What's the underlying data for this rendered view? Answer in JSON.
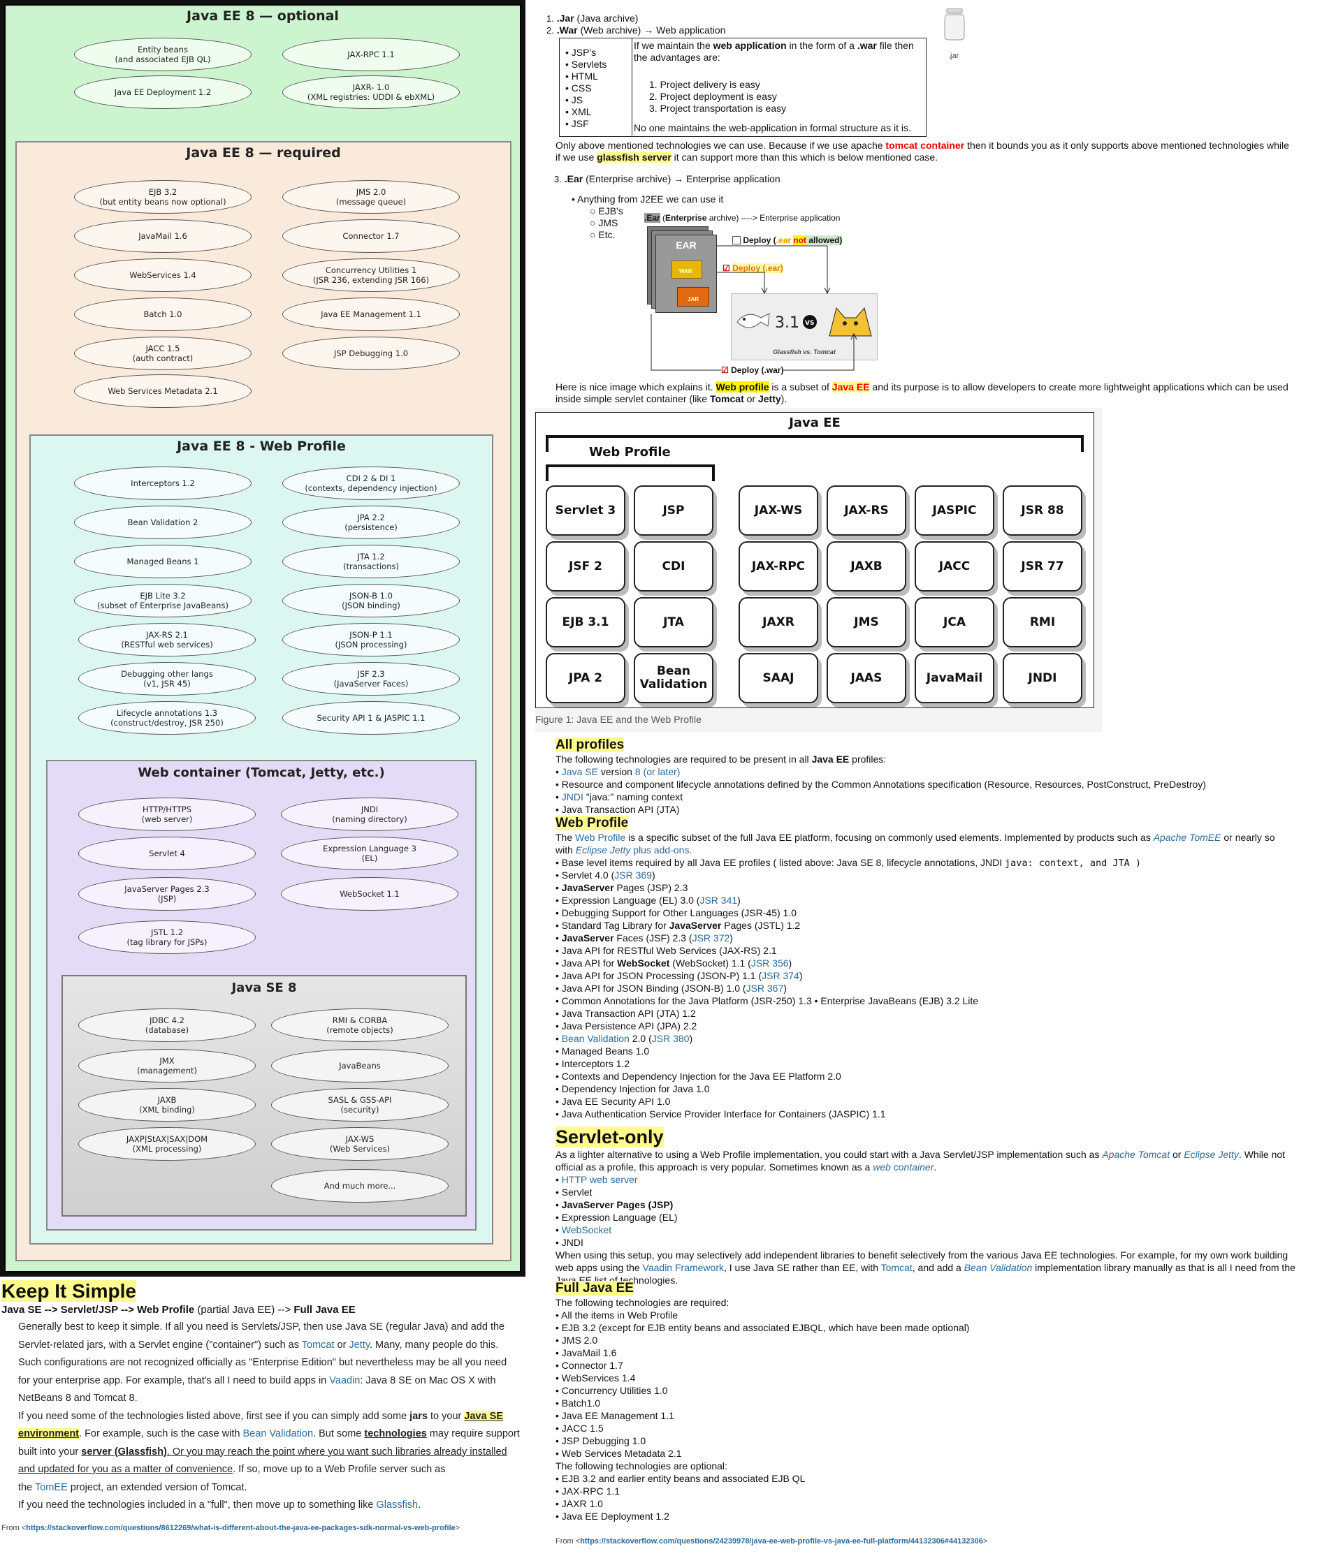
{
  "diagram": {
    "optional": {
      "title": "Java EE 8 — optional",
      "items": [
        "Entity beans\n(and associated EJB QL)",
        "JAX-RPC 1.1",
        "Java EE Deployment 1.2",
        "JAXR- 1.0\n(XML registries: UDDI & ebXML)"
      ]
    },
    "required": {
      "title": "Java EE 8 — required",
      "items": [
        "EJB 3.2\n(but entity beans now optional)",
        "JMS 2.0\n(message queue)",
        "JavaMail 1.6",
        "Connector 1.7",
        "WebServices 1.4",
        "Concurrency Utilities 1\n(JSR 236, extending JSR 166)",
        "Batch 1.0",
        "Java EE Management 1.1",
        "JACC 1.5\n(auth contract)",
        "JSP Debugging 1.0",
        "Web Services Metadata 2.1"
      ]
    },
    "web_profile": {
      "title": "Java EE 8 - Web Profile",
      "items": [
        "Interceptors 1.2",
        "CDI 2 & DI 1\n(contexts, dependency injection)",
        "Bean Validation 2",
        "JPA 2.2\n(persistence)",
        "Managed Beans 1",
        "JTA 1.2\n(transactions)",
        "EJB Lite 3.2\n(subset of Enterprise JavaBeans)",
        "JSON-B 1.0\n(JSON binding)",
        "JAX-RS 2.1\n(RESTful web services)",
        "JSON-P 1.1\n(JSON processing)",
        "Debugging other langs\n(v1, JSR 45)",
        "JSF 2.3\n(JavaServer Faces)",
        "Lifecycle annotations 1.3\n(construct/destroy, JSR 250)",
        "Security API 1 & JASPIC 1.1"
      ]
    },
    "web_container": {
      "title": "Web container (Tomcat, Jetty, etc.)",
      "items": [
        "HTTP/HTTPS\n(web server)",
        "JNDI\n(naming directory)",
        "Servlet 4",
        "Expression Language 3\n(EL)",
        "JavaServer Pages 2.3\n(JSP)",
        "WebSocket 1.1",
        "JSTL 1.2\n(tag library for JSPs)"
      ]
    },
    "java_se": {
      "title": "Java SE 8",
      "items": [
        "JDBC 4.2\n(database)",
        "RMI & CORBA\n(remote objects)",
        "JMX\n(management)",
        "JavaBeans",
        "JAXB\n(XML binding)",
        "SASL & GSS-API\n(security)",
        "JAXP|StAX|SAX|DOM\n(XML processing)",
        "JAX-WS\n(Web Services)",
        "And much more..."
      ]
    }
  },
  "keep": {
    "title": "Keep It Simple",
    "path": [
      "Java SE --> Servlet/JSP --> ",
      "Web Profile",
      " (partial Java EE) --> ",
      "Full Java EE"
    ],
    "p1a": "Generally best to keep it simple. If all you need is Servlets/JSP, then use Java SE (regular Java) and add the",
    "p1b": "Servlet-related jars, with a Servlet engine (\"container\") such as ",
    "tomcat": "Tomcat",
    "or": " or ",
    "jetty": "Jetty",
    "p1c": ". Many, many people do this.",
    "p1d": "Such configurations are not recognized officially as \"Enterprise Edition\" but nevertheless may be all you need",
    "p1e": "for your enterprise app. For example, that's all I need to build apps in ",
    "vaadin": "Vaadin",
    "p1f": ": Java 8 SE on Mac OS X with",
    "p1g": "NetBeans 8 and Tomcat 8.",
    "p2a": "If you need some of the technologies listed above, first see if you can simply add some ",
    "jars": "jars",
    "p2b": " to your ",
    "javase": "Java SE",
    "env": "environment",
    "p2c": ". For example, such is the case with ",
    "beanval": "Bean Validation",
    "p2d": ". But some ",
    "tech": "technologies",
    "p2e": " may require support",
    "p2f": "built into your ",
    "server": "server (Glassfish)",
    "p2g": ". Or you may reach the point where you want such libraries already installed",
    "p2h": "and updated for you as a matter of convenience",
    "p2i": ". If so, move up to a Web Profile server such as",
    "p2j": "the ",
    "tomee": "TomEE",
    "p2k": " project, an extended version of Tomcat.",
    "p3a": "If you need the technologies included in a \"full\", then move up to something like ",
    "glassfish": "Glassfish",
    "p3b": ".",
    "from": "From <",
    "from_url": "https://stackoverflow.com/questions/8612269/what-is-different-about-the-java-ee-packages-sdk-normal-vs-web-profile",
    "from_end": ">"
  },
  "right": {
    "jar_num": "1.",
    "jar_b": ".Jar",
    "jar_t": " (Java archive)",
    "war_num": "2.",
    "war_b": ".War",
    "war_t": " (Web archive) → Web application",
    "jar_icon_label": ".jar",
    "war_list": [
      "JSP's",
      "Servlets",
      "HTML",
      "CSS",
      "JS",
      "XML",
      "JSF"
    ],
    "adv_a": "If we maintain the ",
    "adv_b": "web application",
    "adv_c": " in the form of a ",
    "adv_d": ".war",
    "adv_e": " file then",
    "adv_f": "the advantages are:",
    "adv_list": [
      "Project delivery is easy",
      "Project deployment is easy",
      "Project transportation is easy"
    ],
    "adv_note": "No one maintains the web-application in formal structure as it is.",
    "only_a": "Only above mentioned technologies we can use. Because if we use apache ",
    "only_tomcat": "tomcat container",
    "only_b": " then it bounds you as it only supports above mentioned technologies while",
    "only_c": "if we use ",
    "only_glass": "glassfish server",
    "only_d": " it can support more than this which is below mentioned case.",
    "ear_num": "3.",
    "ear_b": ".Ear",
    "ear_t": " (Enterprise archive) → Enterprise application",
    "ear_bullet": "Anything from J2EE we can use it",
    "ear_sub": [
      "EJB's",
      "JMS",
      "Etc."
    ],
    "ear_img": {
      "header_a": ".Ear",
      "header_b": " (",
      "header_c": "Enterprise",
      "header_d": " archive) ----> Enterprise application",
      "ear": "EAR",
      "war": "WAR",
      "jar": "JAR",
      "deploy_not": [
        "Deploy (",
        ".ear",
        " ",
        "not",
        " allowed)"
      ],
      "deploy_ear": "Deploy (.ear)",
      "deploy_war": "Deploy (.war)",
      "gf_ver": "3.1",
      "vs": "VS",
      "caption": "Glassfish vs. Tomcat"
    },
    "nice_a": "Here is nice image which explains it. ",
    "nice_wp": "Web profile",
    "nice_b": " is a subset of ",
    "nice_jee": "Java EE",
    "nice_c": " and its purpose is to allow developers to create more lightweight applications which can be used",
    "nice_d": "inside simple servlet container (like ",
    "nice_tomcat": "Tomcat",
    "nice_or": " or ",
    "nice_jetty": "Jetty",
    "nice_e": ").",
    "fig": {
      "title": "Java EE",
      "wp": "Web Profile",
      "tiles": [
        "Servlet 3",
        "JSP",
        "JAX-WS",
        "JAX-RS",
        "JASPIC",
        "JSR 88",
        "JSF 2",
        "CDI",
        "JAX-RPC",
        "JAXB",
        "JACC",
        "JSR 77",
        "EJB 3.1",
        "JTA",
        "JAXR",
        "JMS",
        "JCA",
        "RMI",
        "JPA 2",
        "Bean\nValidation",
        "SAAJ",
        "JAAS",
        "JavaMail",
        "JNDI"
      ],
      "caption": "Figure 1: Java EE and the Web Profile"
    },
    "allp": {
      "title": "All profiles",
      "intro_a": "The following technologies are required to be present in all ",
      "intro_b": "Java EE",
      "intro_c": " profiles:",
      "l1a": "• ",
      "l1link": "Java SE",
      "l1b": " version ",
      "l1c": "8 (or later)",
      "l2": "• Resource and component lifecycle annotations defined by the Common Annotations specification (Resource, Resources, PostConstruct, PreDestroy)",
      "l3link": "JNDI",
      "l3b": " \"java:\" naming context",
      "l4": "• Java Transaction API (JTA)"
    },
    "wprof": {
      "title": "Web Profile",
      "a": "The ",
      "link": "Web Profile",
      "b": " is a specific subset of the full Java EE platform, focusing on commonly used elements. Implemented by products such as ",
      "tomee": "Apache TomEE",
      "c": " or nearly so",
      "d": "with ",
      "jetty": "Eclipse Jetty",
      "e": " plus add-ons.",
      "base_a": "• Base level items required by all Java EE profiles ( listed above: Java SE 8, lifecycle annotations, JNDI ",
      "base_code": "java: context, and JTA )",
      "lines": [
        [
          "• Servlet 4.0 (",
          "",
          "JSR 369",
          ")"
        ],
        [
          "• ",
          "JavaServer",
          " Pages (JSP) 2.3",
          ""
        ],
        [
          "• Expression Language (EL) 3.0 (",
          "",
          "JSR 341",
          ")"
        ],
        [
          "• Debugging Support for Other Languages (JSR-45) 1.0",
          "",
          "",
          ""
        ],
        [
          "• Standard Tag Library for ",
          "JavaServer",
          " Pages (JSTL) 1.2",
          ""
        ],
        [
          "• ",
          "JavaServer",
          " Faces (JSF) 2.3 (",
          "JSR 372",
          ")"
        ],
        [
          "• Java API for RESTful Web Services (JAX-RS) 2.1",
          "",
          "",
          ""
        ],
        [
          "• Java API for ",
          "WebSocket",
          " (WebSocket) 1.1 (",
          "JSR 356",
          ")"
        ],
        [
          "• Java API for JSON Processing (JSON-P) 1.1 (",
          "",
          "JSR 374",
          ")"
        ],
        [
          "• Java API for JSON Binding (JSON-B) 1.0 (",
          "",
          "JSR 367",
          ")"
        ],
        [
          "• Common Annotations for the Java Platform (JSR-250) 1.3 • Enterprise JavaBeans (EJB) 3.2 Lite",
          "",
          "",
          ""
        ],
        [
          "• Java Transaction API (JTA) 1.2",
          "",
          "",
          ""
        ],
        [
          "• Java Persistence API (JPA) 2.2",
          "",
          "",
          ""
        ],
        [
          "• ",
          "",
          "Bean Validation",
          " 2.0 (",
          "JSR 380",
          ")"
        ],
        [
          "• Managed Beans 1.0",
          "",
          "",
          ""
        ],
        [
          "• Interceptors 1.2",
          "",
          "",
          ""
        ],
        [
          "• Contexts and Dependency Injection for the Java EE Platform 2.0",
          "",
          "",
          ""
        ],
        [
          "• Dependency Injection for Java 1.0",
          "",
          "",
          ""
        ],
        [
          "• Java EE Security API 1.0",
          "",
          "",
          ""
        ],
        [
          "• Java Authentication Service Provider Interface for Containers (JASPIC) 1.1",
          "",
          "",
          ""
        ]
      ]
    },
    "servlet": {
      "title": "Servlet-only",
      "a": "As a lighter alternative to using a Web Profile implementation, you could start with a Java Servlet/JSP implementation such as ",
      "tomcat": "Apache Tomcat",
      "or": " or ",
      "jetty": "Eclipse Jetty",
      "b": ". While not",
      "c": "official as a profile, this approach is very popular. Sometimes known as a ",
      "wc": "web container",
      "d": ".",
      "items": [
        "HTTP web server",
        "Servlet",
        "JavaServer Pages (JSP)",
        "Expression Language (EL)",
        "WebSocket",
        "JNDI"
      ],
      "w1": "When using this setup, you may selectively add independent libraries to benefit selectively from the various Java EE technologies. For example, for my own work building",
      "w2a": "web apps using the ",
      "vaadin": "Vaadin Framework",
      "w2b": ", I use Java SE rather than EE, with ",
      "tomcat2": "Tomcat",
      "w2c": ", and add a ",
      "bv": "Bean Validation",
      "w2d": " implementation library manually as that is all I need from the",
      "w3": "Java EE list of technologies."
    },
    "full": {
      "title": "Full Java EE",
      "req": "The following technologies are required:",
      "req_items": [
        "• All the items in Web Profile",
        "• EJB 3.2 (except for EJB entity beans and associated EJBQL, which have been made optional)",
        "• JMS 2.0",
        "• JavaMail 1.6",
        "• Connector 1.7",
        "• WebServices 1.4",
        "• Concurrency Utilities 1.0",
        "• Batch1.0",
        "• Java EE Management 1.1",
        "• JACC 1.5",
        "• JSP Debugging 1.0",
        "• Web Services Metadata 2.1"
      ],
      "opt": "The following technologies are optional:",
      "opt_items": [
        "• EJB 3.2 and earlier entity beans and associated EJB QL",
        "• JAX-RPC 1.1",
        "• JAXR 1.0",
        "• Java EE Deployment 1.2"
      ]
    },
    "from": "From <",
    "from_url": "https://stackoverflow.com/questions/24239978/java-ee-web-profile-vs-java-ee-full-platform/44132306#44132306",
    "from_end": ">"
  }
}
